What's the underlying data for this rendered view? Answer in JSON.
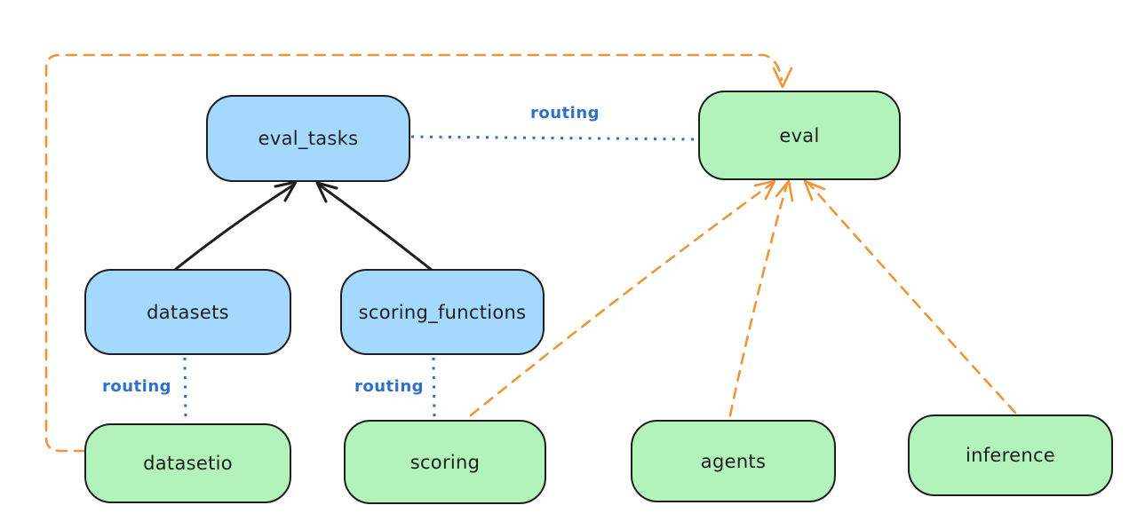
{
  "diagram": {
    "colors": {
      "background": "#ffffff",
      "box_stroke": "#1e1e1e",
      "text": "#1e1e1e",
      "blue_fill": "#a5d8ff",
      "green_fill": "#b2f2bb",
      "routing_blue": "#2f70c8",
      "arrow_black": "#1e1e1e",
      "arrow_orange": "#ef9439"
    },
    "nodes": [
      {
        "id": "eval_tasks",
        "label": "eval_tasks",
        "fill": "blue"
      },
      {
        "id": "eval",
        "label": "eval",
        "fill": "green"
      },
      {
        "id": "datasets",
        "label": "datasets",
        "fill": "blue"
      },
      {
        "id": "scoring_functions",
        "label": "scoring_functions",
        "fill": "blue"
      },
      {
        "id": "datasetio",
        "label": "datasetio",
        "fill": "green"
      },
      {
        "id": "scoring",
        "label": "scoring",
        "fill": "green"
      },
      {
        "id": "agents",
        "label": "agents",
        "fill": "green"
      },
      {
        "id": "inference",
        "label": "inference",
        "fill": "green"
      }
    ],
    "edge_labels": [
      {
        "id": "routing-eval-tasks-to-eval",
        "text": "routing"
      },
      {
        "id": "routing-datasets-to-datasetio",
        "text": "routing"
      },
      {
        "id": "routing-scoring-functions-to-scoring",
        "text": "routing"
      }
    ],
    "edges": [
      {
        "from": "datasets",
        "to": "eval_tasks",
        "style": "solid-black-arrow"
      },
      {
        "from": "scoring_functions",
        "to": "eval_tasks",
        "style": "solid-black-arrow"
      },
      {
        "from": "eval_tasks",
        "to": "eval",
        "style": "dotted-blue",
        "label": "routing"
      },
      {
        "from": "datasets",
        "to": "datasetio",
        "style": "dotted-blue",
        "label": "routing"
      },
      {
        "from": "scoring_functions",
        "to": "scoring",
        "style": "dotted-blue",
        "label": "routing"
      },
      {
        "from": "datasetio",
        "to": "eval",
        "style": "dashed-orange-arrow"
      },
      {
        "from": "scoring",
        "to": "eval",
        "style": "dashed-orange-arrow"
      },
      {
        "from": "agents",
        "to": "eval",
        "style": "dashed-orange-arrow"
      },
      {
        "from": "inference",
        "to": "eval",
        "style": "dashed-orange-arrow"
      }
    ]
  }
}
